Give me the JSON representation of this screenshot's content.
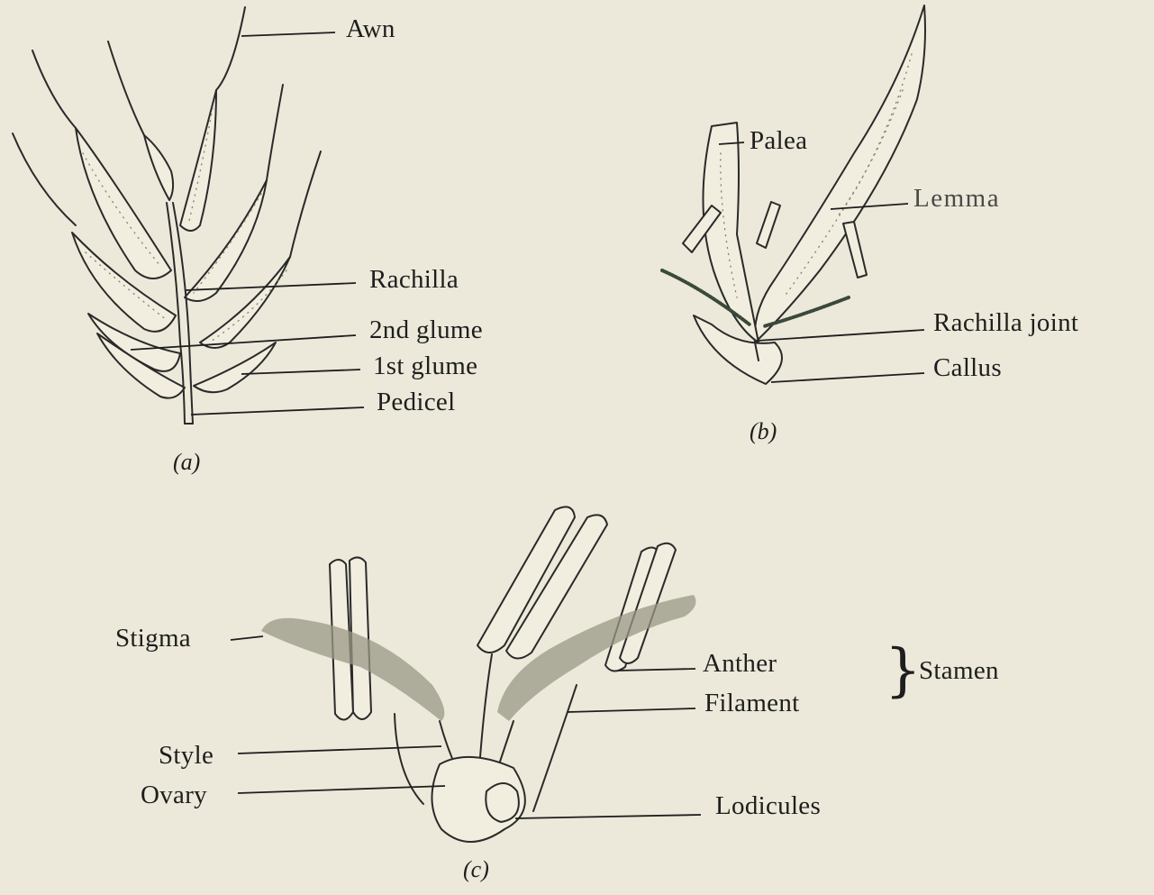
{
  "figure": {
    "a": {
      "caption": "(a)",
      "labels": {
        "awn": "Awn",
        "rachilla": "Rachilla",
        "glume2": "2nd glume",
        "glume1": "1st glume",
        "pedicel": "Pedicel"
      }
    },
    "b": {
      "caption": "(b)",
      "labels": {
        "palea": "Palea",
        "lemma": "Lemma",
        "rachilla_joint": "Rachilla joint",
        "callus": "Callus"
      }
    },
    "c": {
      "caption": "(c)",
      "labels": {
        "stigma": "Stigma",
        "anther": "Anther",
        "filament": "Filament",
        "stamen": "Stamen",
        "style": "Style",
        "ovary": "Ovary",
        "lodicules": "Lodicules"
      }
    }
  }
}
